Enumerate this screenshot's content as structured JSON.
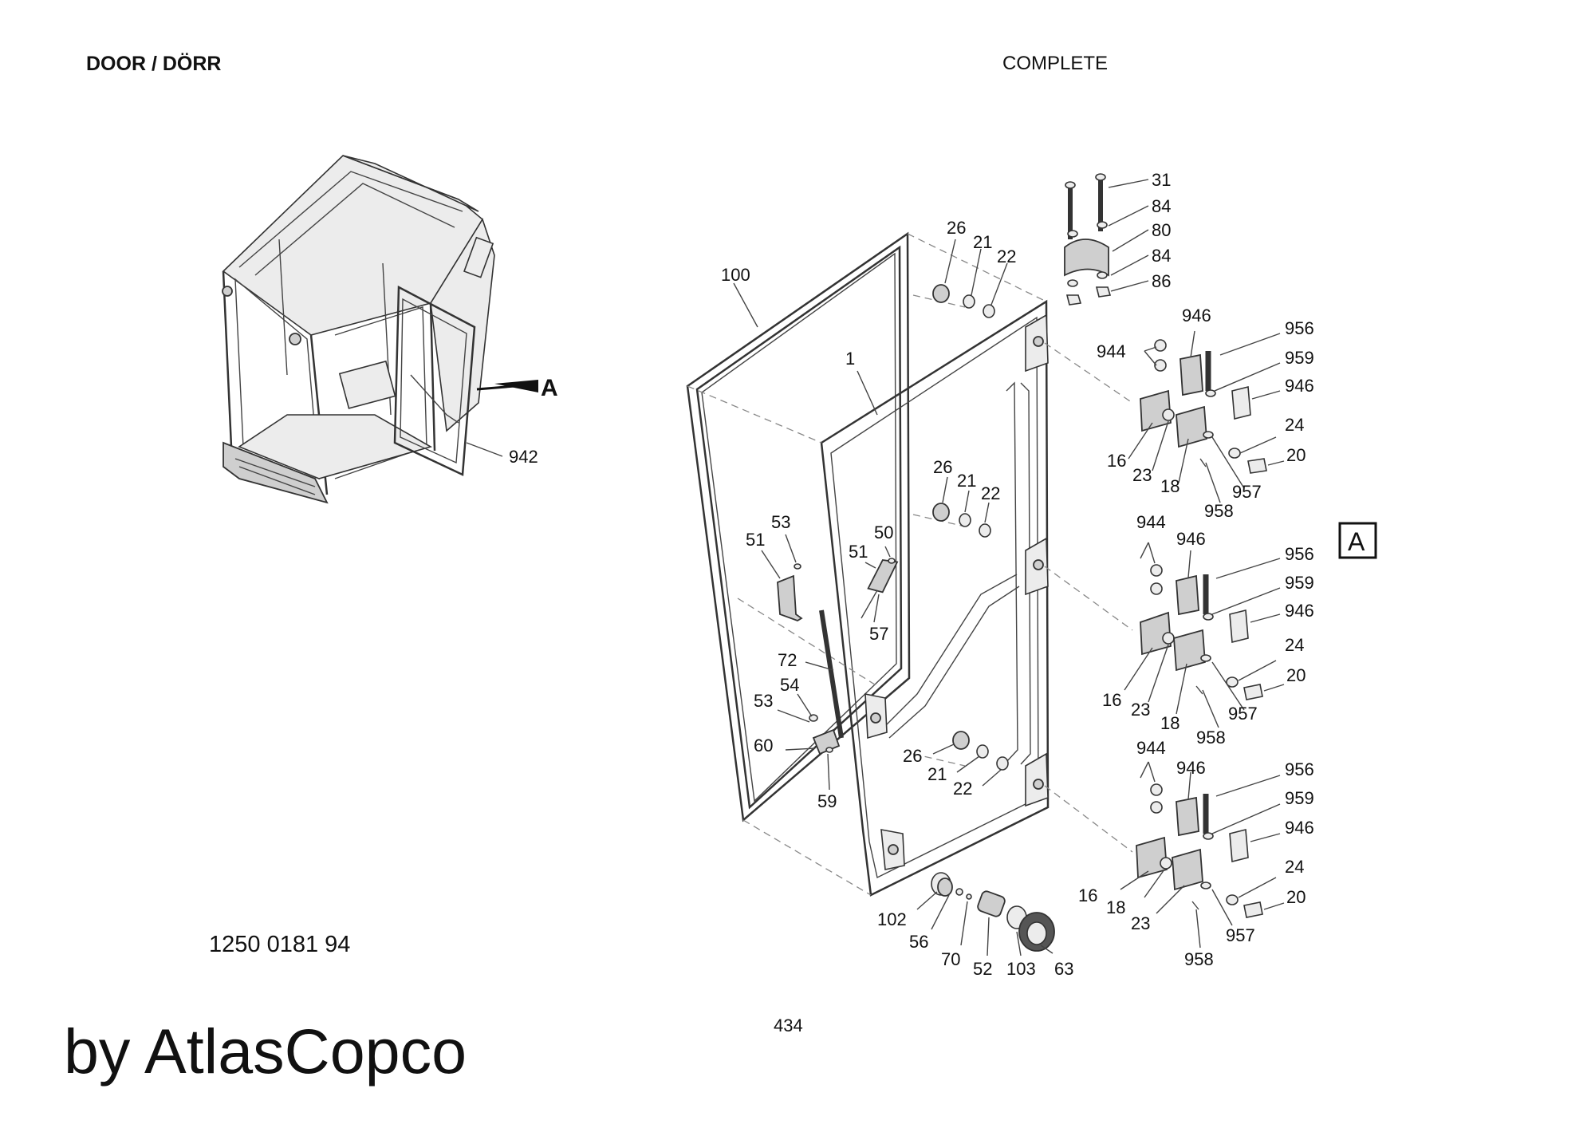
{
  "header": {
    "title_left": "DOOR / DÖRR",
    "title_right": "COMPLETE"
  },
  "footer": {
    "doc_number": "1250 0181 94",
    "page_number": "434",
    "brand": "by AtlasCopco"
  },
  "view_marker": "A",
  "detail_box": "A",
  "callouts": {
    "overview": [
      "942"
    ],
    "frame": [
      "100",
      "1"
    ],
    "top_plug": [
      "26",
      "21",
      "22"
    ],
    "mid_plug": [
      "26",
      "21",
      "22"
    ],
    "low_plug": [
      "26",
      "21",
      "22"
    ],
    "bracket": [
      "31",
      "84",
      "80",
      "84",
      "86"
    ],
    "hinge_1": [
      "946",
      "944",
      "956",
      "959",
      "946",
      "24",
      "20",
      "16",
      "23",
      "18",
      "958",
      "957"
    ],
    "hinge_2": [
      "944",
      "946",
      "956",
      "959",
      "946",
      "24",
      "20",
      "16",
      "23",
      "18",
      "958",
      "957"
    ],
    "hinge_3": [
      "944",
      "946",
      "956",
      "959",
      "946",
      "24",
      "20",
      "16",
      "18",
      "23",
      "958",
      "957"
    ],
    "latch": [
      "53",
      "51",
      "50",
      "51",
      "57",
      "72",
      "54",
      "53",
      "60",
      "59"
    ],
    "lock": [
      "102",
      "56",
      "70",
      "52",
      "103",
      "63"
    ]
  }
}
